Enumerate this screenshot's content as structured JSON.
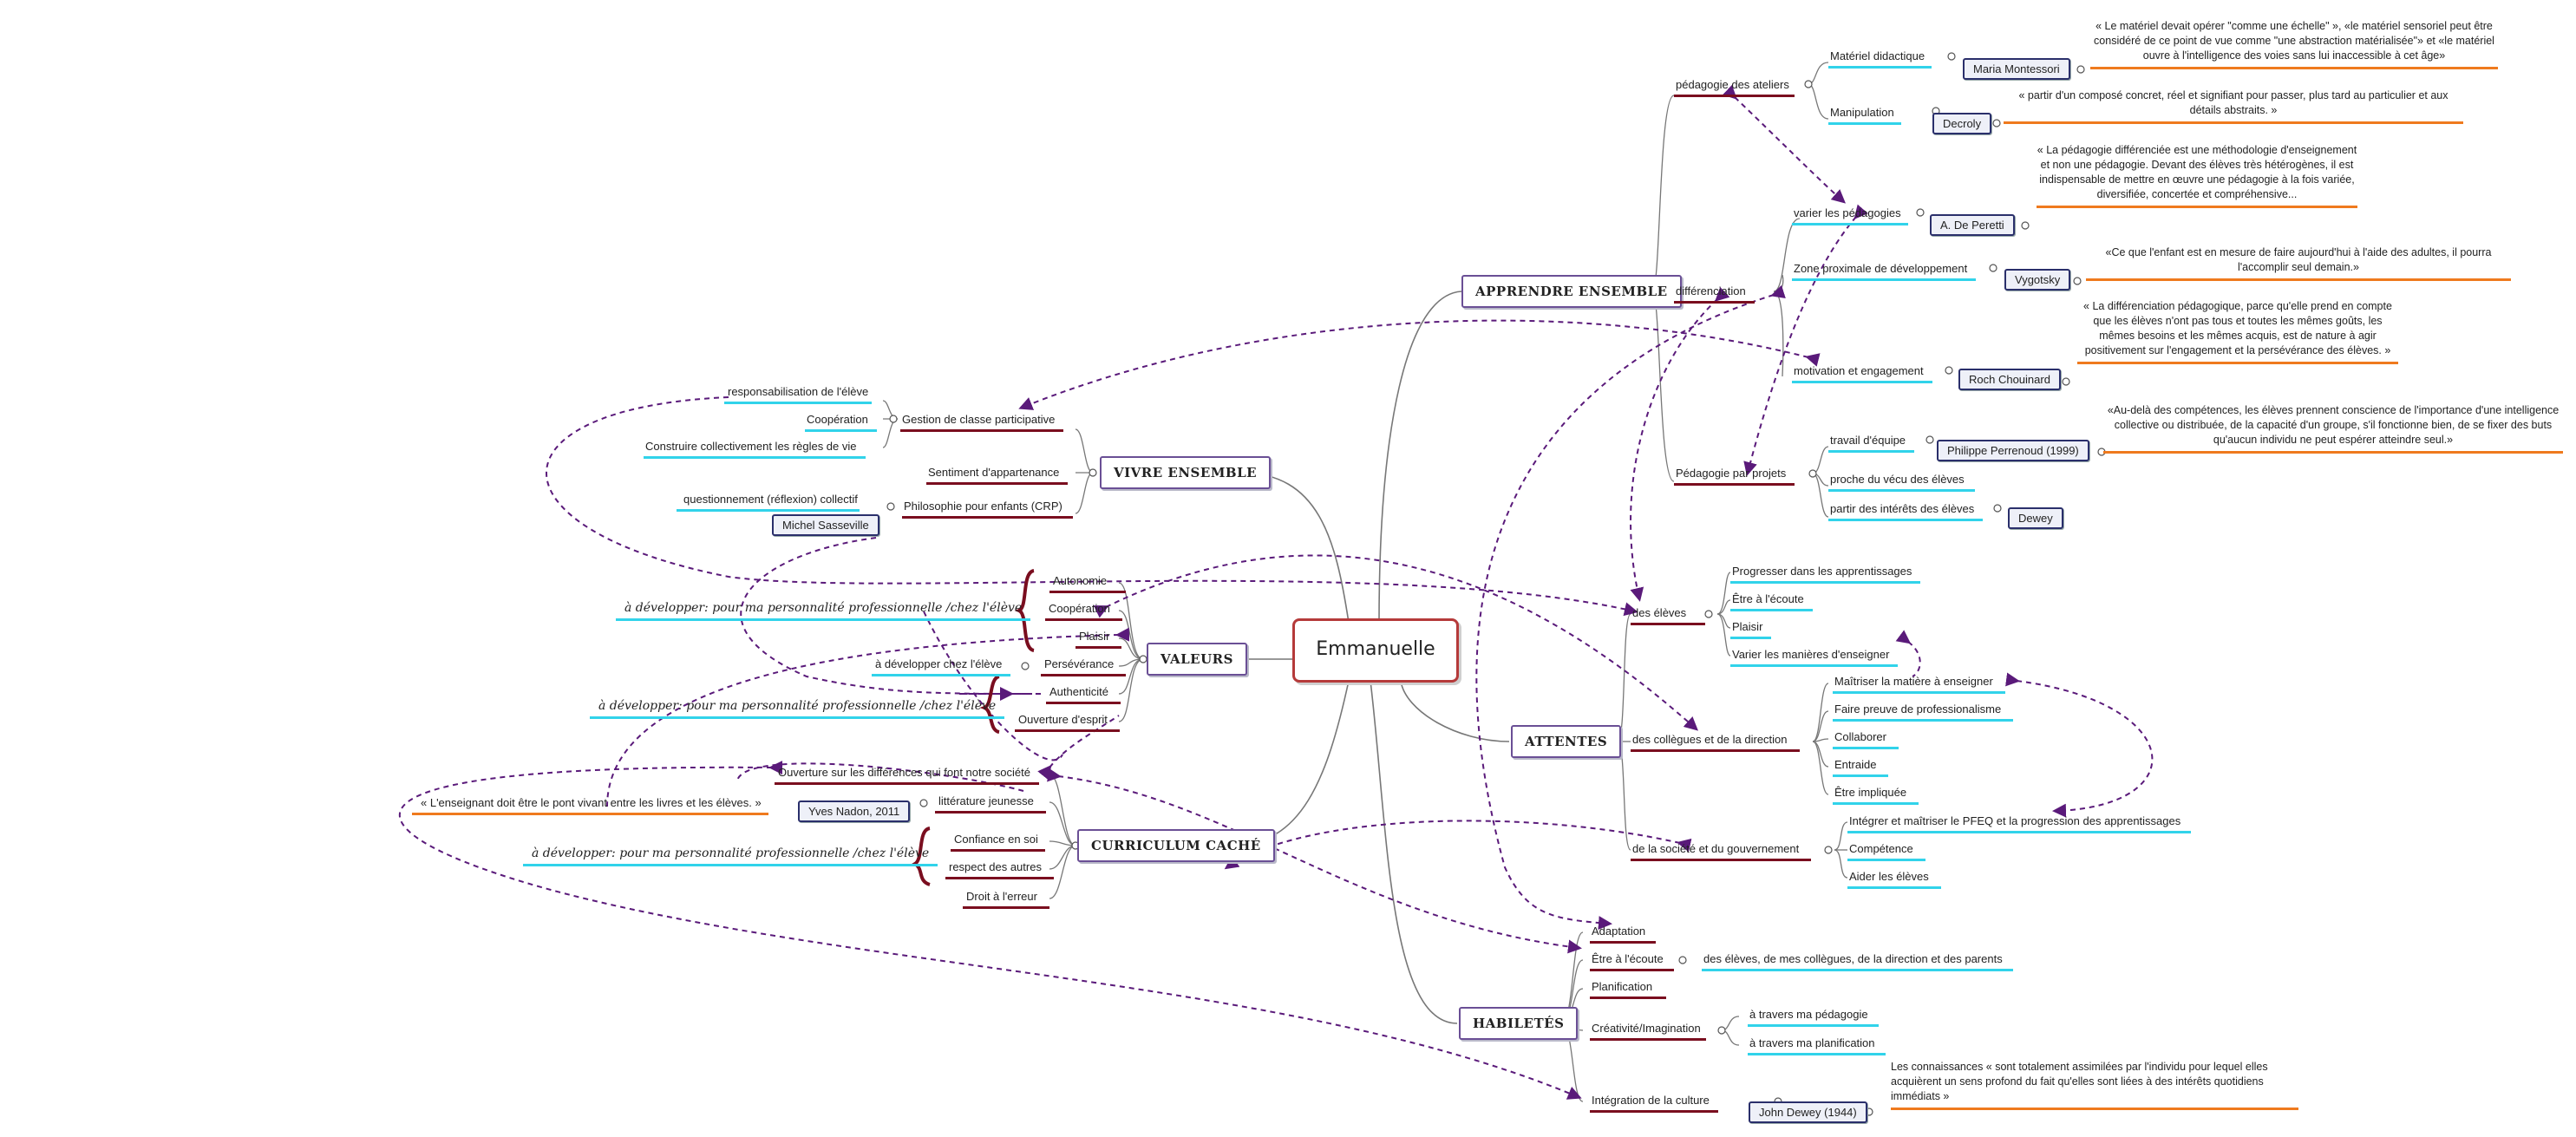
{
  "center": "Emmanuelle",
  "branches": {
    "apprendre": "APPRENDRE ENSEMBLE",
    "vivre": "VIVRE ENSEMBLE",
    "valeurs": "VALEURS",
    "curriculum": "CURRICULUM CACHÉ",
    "attentes": "ATTENTES",
    "habiletes": "HABILETÉS"
  },
  "apprendre": {
    "ateliers": "pédagogie des ateliers",
    "materiel": "Matériel didactique",
    "montessori": "Maria Montessori",
    "montessori_quote": "« Le matériel devait opérer \"comme une échelle\" », «le matériel sensoriel peut être considéré de ce point de vue comme \"une abstraction matérialisée\"» et «le matériel ouvre à l'intelligence des voies sans lui inaccessible à cet âge»",
    "manipulation": "Manipulation",
    "decroly": "Decroly",
    "decroly_quote": "« partir d'un composé concret, réel et signifiant pour passer, plus tard au particulier et aux détails abstraits. »",
    "differenciation": "différenciation",
    "varier": "varier les pédagogies",
    "peretti": "A. De Peretti",
    "peretti_quote": "« La pédagogie différenciée est une méthodologie d'enseignement et non une pédagogie. Devant des élèves très hétérogènes, il est indispensable de mettre en œuvre une pédagogie à la fois variée, diversifiée, concertée et compréhensive...",
    "zone": "Zone proximale de développement",
    "vygotsky": "Vygotsky",
    "vygotsky_quote": "«Ce que l'enfant est en mesure de faire aujourd'hui à l'aide des adultes, il pourra l'accomplir seul demain.»",
    "motivation": "motivation et engagement",
    "chouinard": "Roch Chouinard",
    "chouinard_quote": "« La différenciation pédagogique, parce qu'elle prend en compte que les élèves n'ont pas tous et toutes les mêmes goûts, les mêmes besoins et les mêmes acquis, est de nature à agir positivement sur l'engagement et la persévérance des élèves. »",
    "projets": "Pédagogie par projets",
    "travail": "travail d'équipe",
    "perrenoud": "Philippe Perrenoud (1999)",
    "perrenoud_quote": "«Au-delà des compétences, les élèves prennent conscience de l'importance d'une intelligence collective ou distribuée, de la capacité d'un groupe, s'il fonctionne bien, de se fixer des buts qu'aucun individu ne peut espérer atteindre seul.»",
    "proche": "proche du vécu des élèves",
    "interets": "partir des intérêts des élèves",
    "dewey": "Dewey"
  },
  "vivre": {
    "gestion": "Gestion de classe participative",
    "responsabilisation": "responsabilisation de l'élève",
    "cooperation": "Coopération",
    "regles": "Construire collectivement les règles de vie",
    "appartenance": "Sentiment d'appartenance",
    "philo": "Philosophie pour enfants (CRP)",
    "questionnement": "questionnement (réflexion) collectif",
    "sasseville": "Michel Sasseville"
  },
  "valeurs": {
    "autonomie": "Autonomie",
    "cooperation": "Coopération",
    "plaisir": "Plaisir",
    "perseverance": "Persévérance",
    "authenticite": "Authenticité",
    "ouverture": "Ouverture d'esprit",
    "dev1": "à développer: pour ma personnalité professionnelle /chez l'élève",
    "dev_chez": "à développer chez l'élève",
    "dev2": "à développer: pour ma personnalité professionnelle /chez l'élève"
  },
  "curriculum": {
    "ouverture": "Ouverture sur les différences qui font notre société",
    "litterature": "littérature jeunesse",
    "nadon": "Yves Nadon, 2011",
    "nadon_quote": "« L'enseignant doit être le pont vivant entre les livres et les élèves. »",
    "confiance": "Confiance en soi",
    "respect": "respect des autres",
    "droit": "Droit à l'erreur",
    "dev3": "à développer: pour ma personnalité professionnelle /chez l'élève"
  },
  "attentes": {
    "eleves": "des élèves",
    "progresser": "Progresser dans les apprentissages",
    "ecoute": "Être à l'écoute",
    "plaisir": "Plaisir",
    "varier": "Varier les manières d'enseigner",
    "collegues": "des collègues et de la direction",
    "maitriser": "Maîtriser la matière à enseigner",
    "professionnalisme": "Faire preuve de professionalisme",
    "collaborer": "Collaborer",
    "entraide": "Entraide",
    "impliquee": "Être impliquée",
    "societe": "de la société et du gouvernement",
    "pfeq": "Intégrer et maîtriser le PFEQ et la progression des apprentissages",
    "competence": "Compétence",
    "aider": "Aider les élèves"
  },
  "habiletes": {
    "adaptation": "Adaptation",
    "ecoute": "Être à l'écoute",
    "ecoute_detail": "des élèves, de mes collègues, de la direction et des parents",
    "planification": "Planification",
    "creativite": "Créativité/Imagination",
    "pedagogie": "à travers ma pédagogie",
    "planif": "à travers ma planification",
    "culture": "Intégration de la culture",
    "dewey": "John Dewey (1944)",
    "dewey_quote": "Les connaissances « sont totalement assimilées par l'individu pour lequel elles acquièrent un sens profond du fait qu'elles sont liées à des intérêts quotidiens immédiats »"
  },
  "colors": {
    "connector": "#666666",
    "dark_underline": "#7a0e1f",
    "cyan_underline": "#31d3ea",
    "orange_underline": "#ef7a1e",
    "dashed_link": "#5a1a7a",
    "center_border": "#b53a3a",
    "main_border": "#6a4f95"
  }
}
